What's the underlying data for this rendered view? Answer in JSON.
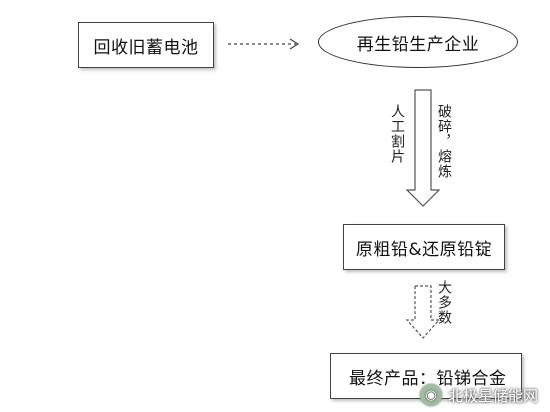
{
  "nodes": {
    "recycle": "回收旧蓄电池",
    "enterprise": "再生铅生产企业",
    "crude": "原粗铅&还原铅锭",
    "final": "最终产品：铅锑合金"
  },
  "edge_labels": {
    "manual": "人工割片",
    "crush": "破碎，熔炼",
    "most": "大多数"
  },
  "watermark": {
    "icon": "wechat-icon",
    "text": "北极星储能网"
  },
  "colors": {
    "border": "#444444",
    "arrow": "#555555"
  }
}
